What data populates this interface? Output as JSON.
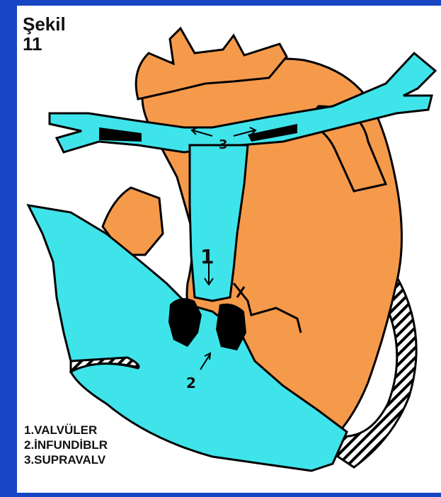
{
  "figure": {
    "caption_line1": "Şekil",
    "caption_line2": "11",
    "labels": {
      "one": "1",
      "two": "2",
      "three": "3"
    },
    "legend": [
      "1.VALVÜLER",
      "2.İNFUNDİBLR",
      "3.SUPRAVALV"
    ]
  },
  "colors": {
    "frame": "#1746c4",
    "background": "#ffffff",
    "orange": "#f59a4b",
    "cyan": "#3fe4ea",
    "outline": "#000000"
  }
}
